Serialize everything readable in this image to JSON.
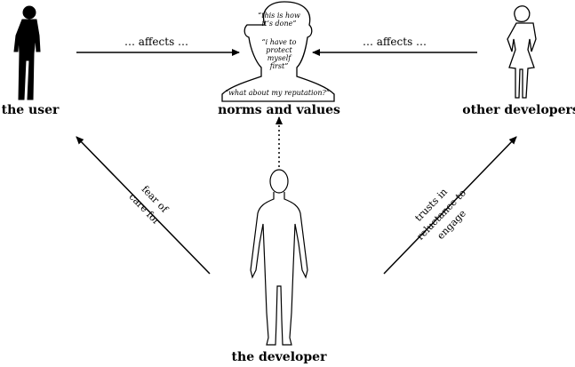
{
  "actors": {
    "user": {
      "label": "the user",
      "icon": "user-silhouette-icon"
    },
    "others": {
      "label": "other developers",
      "icon": "woman-silhouette-icon"
    },
    "developer": {
      "label": "the developer",
      "icon": "person-outline-icon"
    },
    "norms": {
      "label": "norms and values",
      "icon": "head-bust-icon"
    }
  },
  "arrows": {
    "user_to_norms": "… affects …",
    "others_to_norms": "… affects …",
    "dev_to_user": [
      "fear of",
      "care for"
    ],
    "dev_to_others": [
      "trusts in",
      "reluctance to",
      "engage"
    ]
  },
  "norm_quotes": {
    "q1_line1": "“this is how",
    "q1_line2": "it’s done”",
    "q2_line1": "“i have to",
    "q2_line2": "protect",
    "q2_line3": "myself",
    "q2_line4": "first”",
    "q3": "“what about my reputation?”"
  }
}
